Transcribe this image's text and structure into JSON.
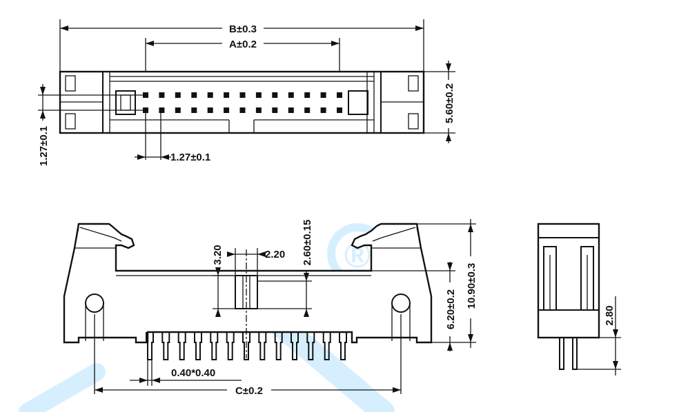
{
  "colors": {
    "line": "#111111",
    "watermark": "#d6efff",
    "background": "#ffffff"
  },
  "watermark": {
    "symbol": "registered-mark"
  },
  "top_view": {
    "dim_b": "B±0.3",
    "dim_a": "A±0.2",
    "dim_height": "5.60±0.2",
    "dim_row_pitch": "1.27±0.1",
    "dim_col_pitch": "1.27±0.1",
    "pins_per_row": 13
  },
  "front_view": {
    "dim_3_20": "3.20",
    "dim_2_20": "2.20",
    "dim_2_60": "2.60±0.15",
    "dim_6_20": "6.20±0.2",
    "dim_10_90": "10.90±0.3",
    "dim_pin_size": "0.40*0.40",
    "dim_c": "C±0.2"
  },
  "side_view": {
    "dim_2_80": "2.80"
  }
}
